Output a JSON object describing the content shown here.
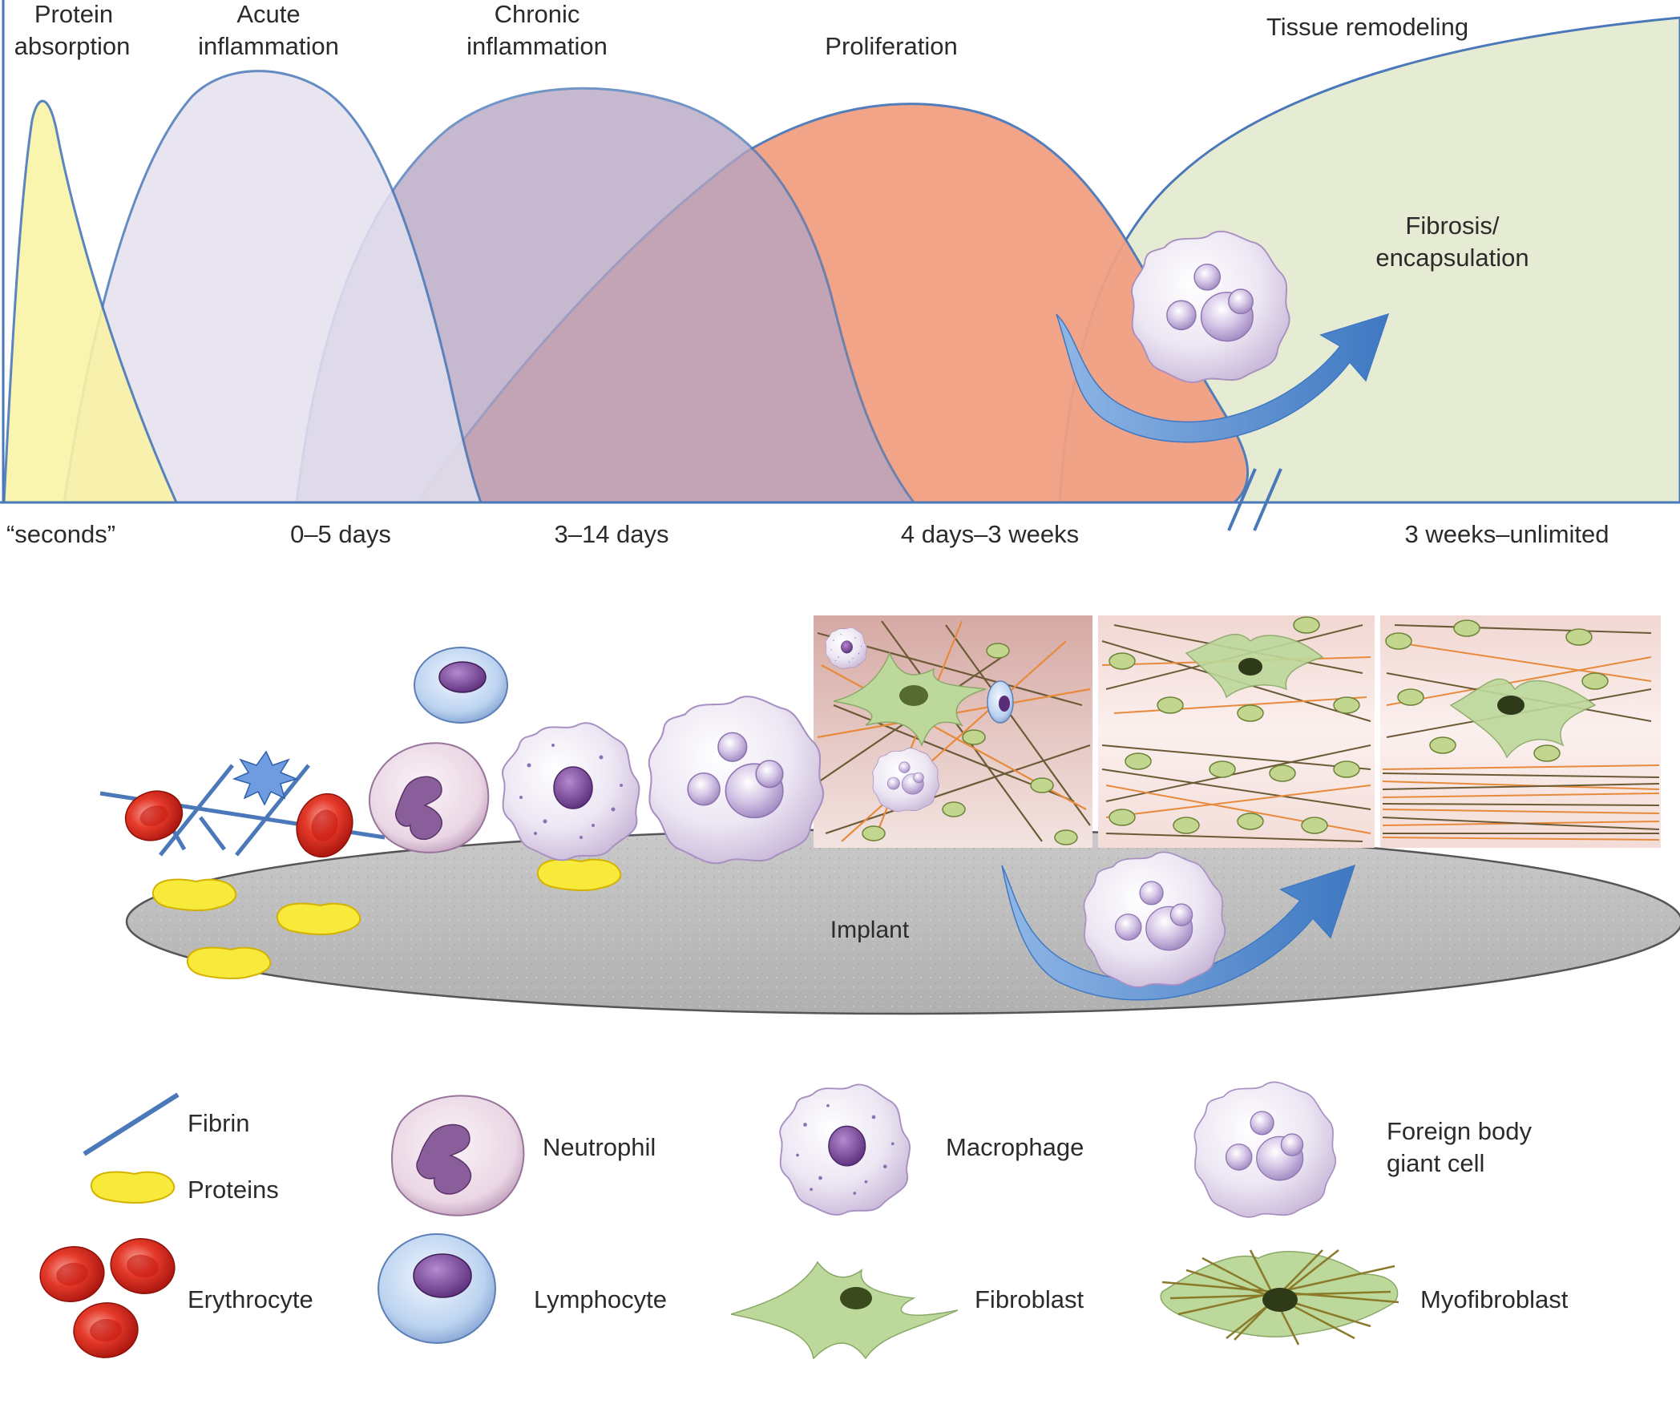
{
  "phases": {
    "protein": [
      "Protein",
      "absorption"
    ],
    "acute": [
      "Acute",
      "inflammation"
    ],
    "chronic": [
      "Chronic",
      "inflammation"
    ],
    "proliferation": "Proliferation",
    "remodeling": "Tissue remodeling",
    "fibrosis": [
      "Fibrosis/",
      "encapsulation"
    ]
  },
  "time_labels": {
    "seconds": "“seconds”",
    "days_0_5": "0–5 days",
    "days_3_14": "3–14 days",
    "days_4_3w": "4 days–3 weeks",
    "weeks_unlimited": "3 weeks–unlimited"
  },
  "implant_label": "Implant",
  "legend": {
    "fibrin": "Fibrin",
    "proteins": "Proteins",
    "erythrocyte": "Erythrocyte",
    "neutrophil": "Neutrophil",
    "lymphocyte": "Lymphocyte",
    "macrophage": "Macrophage",
    "fibroblast": "Fibroblast",
    "fbgc": [
      "Foreign body",
      "giant cell"
    ],
    "myofibroblast": "Myofibroblast"
  },
  "colors": {
    "curve_stroke": "#4a78b8",
    "protein_fill": "#f9f3a6",
    "acute_fill": "#e4e1ef",
    "chronic_fill": "#b7a7c4",
    "proliferation_fill": "#f2a083",
    "remodeling_fill": "#e6ecd3",
    "erythrocyte": "#d9261c",
    "protein_blob": "#f7ea3b",
    "fibroblast": "#bcd89b",
    "arrow": "#4d86cc"
  }
}
